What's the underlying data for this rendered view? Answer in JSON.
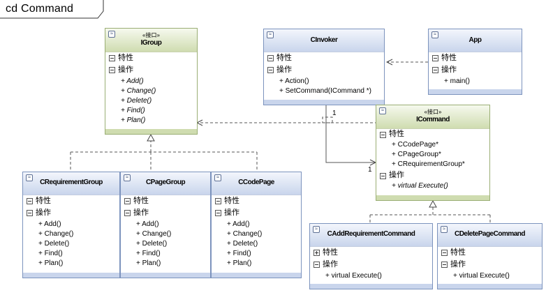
{
  "diagram": {
    "frame_label": "cd Command"
  },
  "sections": {
    "attributes": "特性",
    "operations": "操作"
  },
  "stereotype": "«接口»",
  "collapse_glyph": "≈",
  "multiplicity": {
    "invoker_end": "1",
    "command_end": "1"
  },
  "classes": {
    "igroup": {
      "name": "IGroup",
      "operations": [
        "+ Add()",
        "+ Change()",
        "+ Delete()",
        "+ Find()",
        "+ Plan()"
      ]
    },
    "cinvoker": {
      "name": "CInvoker",
      "operations": [
        "+ Action()",
        "+ SetCommand(ICommand *)"
      ]
    },
    "app": {
      "name": "App",
      "operations": [
        "+ main()"
      ]
    },
    "icommand": {
      "name": "ICommand",
      "attributes": [
        "+ CCodePage*",
        "+ CPageGroup*",
        "+ CRequirementGroup*"
      ],
      "operations": [
        "+ virtual Execute()"
      ]
    },
    "creqgroup": {
      "name": "CRequirementGroup",
      "operations": [
        "+ Add()",
        "+ Change()",
        "+ Delete()",
        "+ Find()",
        "+ Plan()"
      ]
    },
    "cpagegroup": {
      "name": "CPageGroup",
      "operations": [
        "+ Add()",
        "+ Change()",
        "+ Delete()",
        "+ Find()",
        "+ Plan()"
      ]
    },
    "ccodepage": {
      "name": "CCodePage",
      "operations": [
        "+ Add()",
        "+ Change()",
        "+ Delete()",
        "+ Find()",
        "+ Plan()"
      ]
    },
    "caddreq": {
      "name": "CAddRequirementCommand",
      "operations": [
        "+ virtual Execute()"
      ]
    },
    "cdelpage": {
      "name": "CDeletePageCommand",
      "operations": [
        "+ virtual Execute()"
      ]
    }
  }
}
